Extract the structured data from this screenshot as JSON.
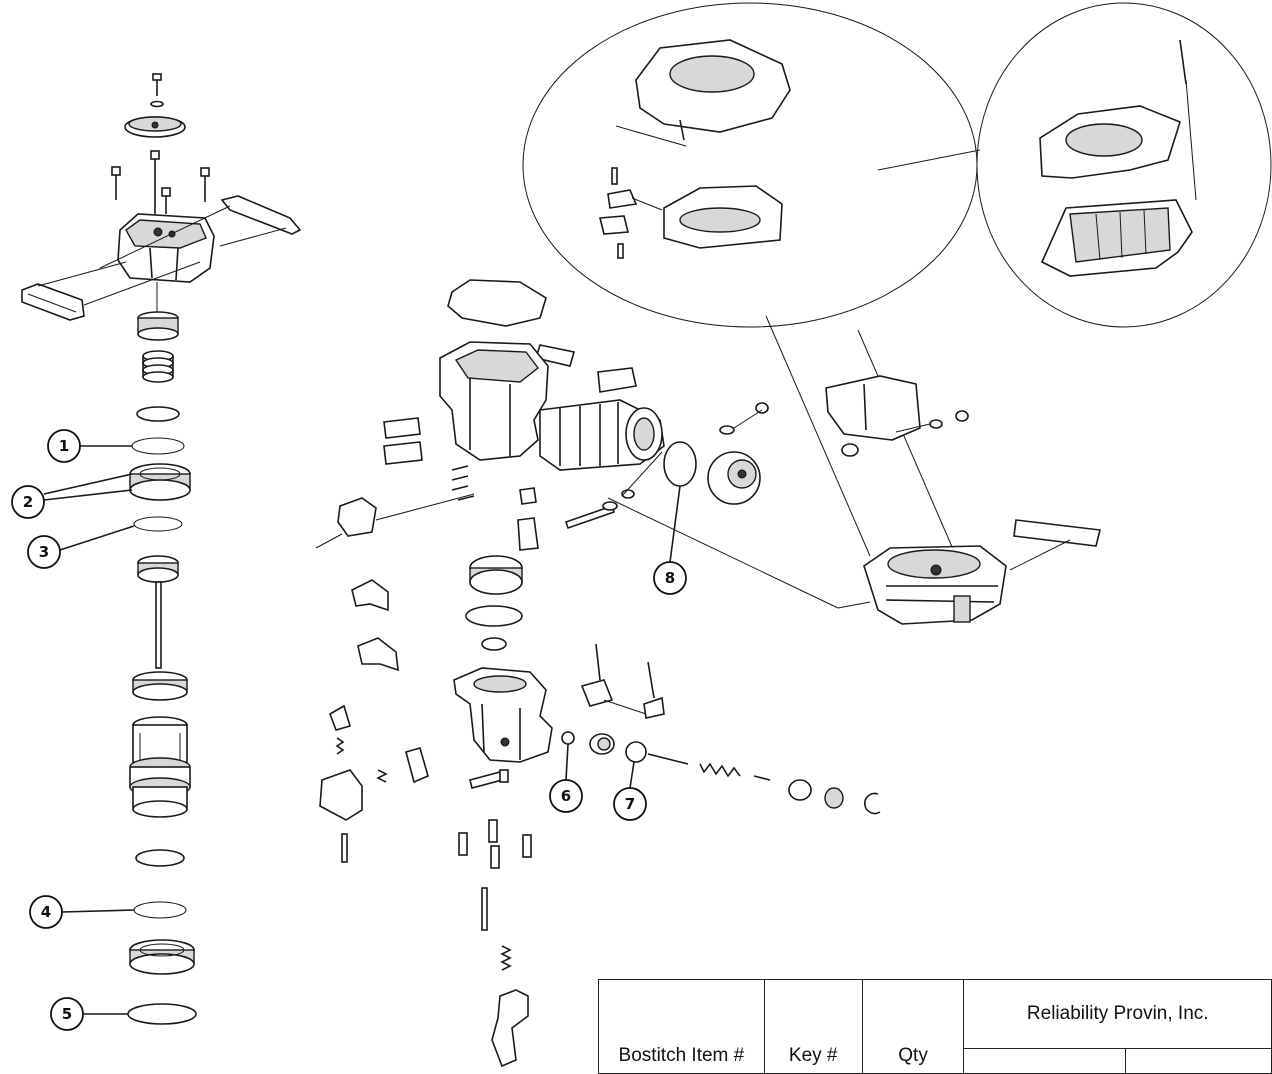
{
  "callouts": [
    "1",
    "2",
    "3",
    "4",
    "5",
    "6",
    "7",
    "8"
  ],
  "table": {
    "headers": [
      "Bostitch Item #",
      "Key #",
      "Qty"
    ],
    "company": "Reliability Provin, Inc."
  },
  "colors": {
    "line": "#1a1a1a",
    "background": "#ffffff",
    "part_shade": "#d8d8d8"
  }
}
